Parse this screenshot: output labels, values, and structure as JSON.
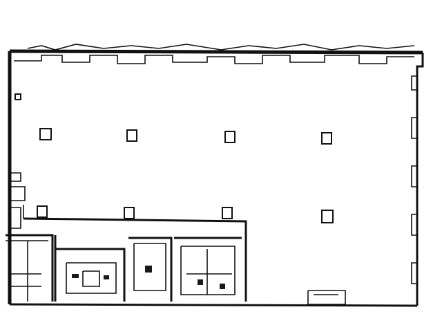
{
  "diagram": {
    "type": "floor-plan",
    "style": "scanned black-and-white line drawing",
    "colors": {
      "ink": "#111111",
      "paper": "#ffffff"
    },
    "columns_upper_row": 4,
    "columns_mid_row": 4
  }
}
